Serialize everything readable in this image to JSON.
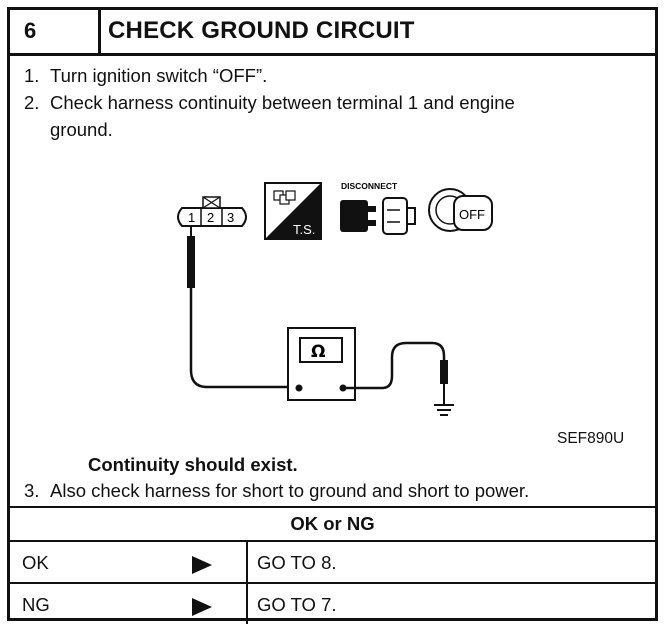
{
  "header": {
    "step_number": "6",
    "title": "CHECK GROUND CIRCUIT"
  },
  "instructions": [
    {
      "number": "1.",
      "text": "Turn ignition switch “OFF”."
    },
    {
      "number": "2.",
      "text": "Check harness continuity between terminal 1 and engine",
      "continuation": "ground."
    }
  ],
  "figure": {
    "connector_terminals": [
      "1",
      "2",
      "3"
    ],
    "ts_label": "T.S.",
    "disconnect_label": "DISCONNECT",
    "ignition_label": "OFF",
    "meter_symbol": "Ω",
    "figure_id": "SEF890U",
    "icons": [
      "connector-icon",
      "ts-harness-icon",
      "disconnect-icon",
      "ignition-off-icon",
      "ohmmeter-icon",
      "ground-icon"
    ]
  },
  "continuity_note": "Continuity should exist.",
  "instruction_3": {
    "number": "3.",
    "text": "Also check harness for short to ground and short to power."
  },
  "ok_or_ng": "OK or NG",
  "results": [
    {
      "label": "OK",
      "action": "GO TO 8."
    },
    {
      "label": "NG",
      "action": "GO TO 7."
    }
  ],
  "colors": {
    "ink": "#111111",
    "background": "#ffffff"
  }
}
